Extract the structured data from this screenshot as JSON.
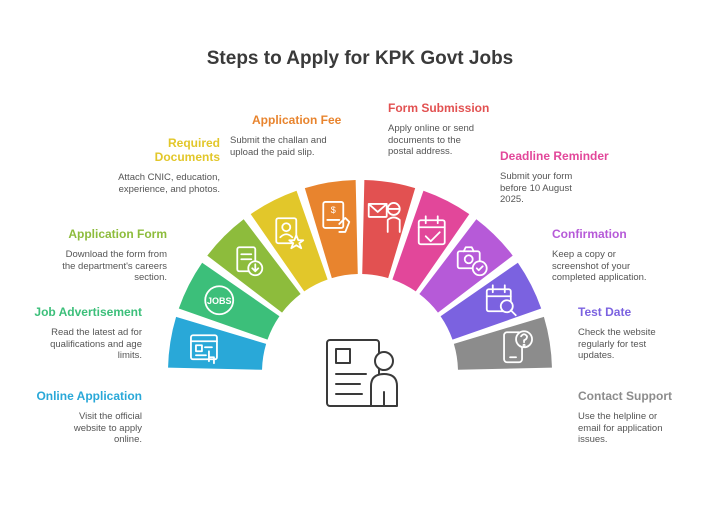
{
  "title": "Steps to Apply for KPK Govt Jobs",
  "steps": [
    {
      "label": "Online Application",
      "desc": "Visit the official website to apply online.",
      "color": "#29a8d8",
      "icon": "website-form-icon"
    },
    {
      "label": "Job Advertisement",
      "desc": "Read the latest ad for qualifications and age limits.",
      "color": "#3cbf7a",
      "icon": "jobs-icon",
      "icon_text": "JOBS"
    },
    {
      "label": "Application Form",
      "desc": "Download the form from the department's careers section.",
      "color": "#8dbc3c",
      "icon": "form-download-icon"
    },
    {
      "label": "Required Documents",
      "desc": "Attach CNIC, education, experience, and photos.",
      "color": "#e2c72a",
      "icon": "id-certificate-icon"
    },
    {
      "label": "Application Fee",
      "desc": "Submit the challan and upload the paid slip.",
      "color": "#e8842e",
      "icon": "fee-slip-icon"
    },
    {
      "label": "Form Submission",
      "desc": "Apply online or send documents to the postal address.",
      "color": "#e25151",
      "icon": "mail-person-icon"
    },
    {
      "label": "Deadline Reminder",
      "desc": "Submit your form before 10 August 2025.",
      "color": "#e2479a",
      "icon": "calendar-check-icon"
    },
    {
      "label": "Confirmation",
      "desc": "Keep a copy or screenshot of your completed application.",
      "color": "#b65ad8",
      "icon": "camera-check-icon"
    },
    {
      "label": "Test Date",
      "desc": "Check the website regularly for test updates.",
      "color": "#7b62e0",
      "icon": "calendar-search-icon"
    },
    {
      "label": "Contact Support",
      "desc": "Use the helpline or email for application issues.",
      "color": "#8c8c8c",
      "icon": "phone-help-icon"
    }
  ],
  "center_icon": "applicant-profile-icon"
}
